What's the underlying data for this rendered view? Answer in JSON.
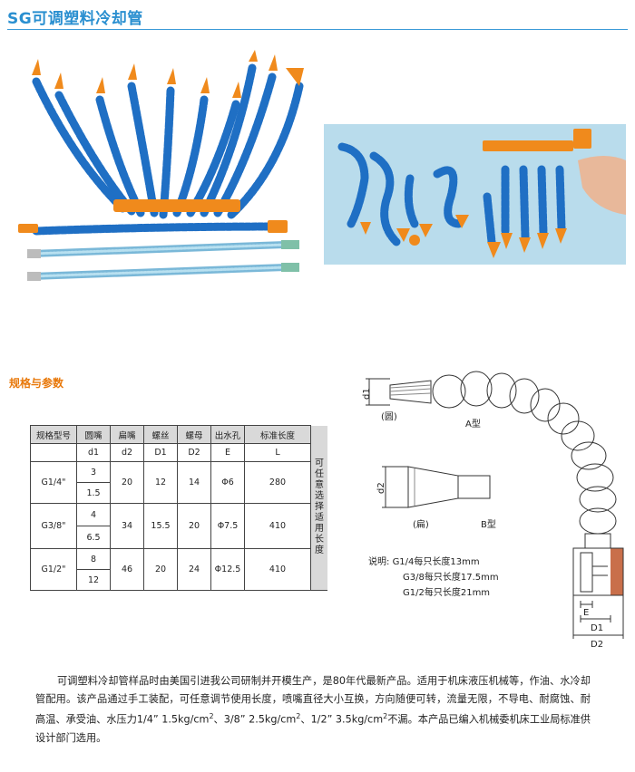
{
  "header": {
    "title": "SG可调塑料冷却管"
  },
  "section": {
    "spec_title": "规格与参数"
  },
  "table": {
    "headers": [
      "规格型号",
      "圆嘴",
      "扁嘴",
      "螺丝",
      "螺母",
      "出水孔",
      "标准长度"
    ],
    "subheaders": [
      "d1",
      "d2",
      "D1",
      "D2",
      "E",
      "L"
    ],
    "side_note": "可任意选择适用长度",
    "groups": [
      {
        "model": "G1/4\"",
        "d1": [
          "3",
          "1.5"
        ],
        "d2": "20",
        "D1": "12",
        "D2": "14",
        "E": "Φ6",
        "L": "280"
      },
      {
        "model": "G3/8\"",
        "d1": [
          "4",
          "6.5"
        ],
        "d2": "34",
        "D1": "15.5",
        "D2": "20",
        "E": "Φ7.5",
        "L": "410"
      },
      {
        "model": "G1/2\"",
        "d1": [
          "8",
          "12"
        ],
        "d2": "46",
        "D1": "20",
        "D2": "24",
        "E": "Φ12.5",
        "L": "410"
      }
    ]
  },
  "diagram": {
    "label_d1": "d1",
    "label_round": "(圆)",
    "label_a": "A型",
    "label_d2": "d2",
    "label_flat": "(扁)",
    "label_b": "B型",
    "label_E": "E",
    "label_D1": "D1",
    "label_D2": "D2"
  },
  "notes": {
    "prefix": "说明:",
    "line1": "G1/4每只长度13mm",
    "line2": "G3/8每只长度17.5mm",
    "line3": "G1/2每只长度21mm"
  },
  "description": {
    "p1": "可调塑料冷却管样品时由美国引进我公司研制并开模生产，是80年代最新产品。适用于机床液压机械等，作油、水冷却管配用。该产品通过手工装配，可任意调节使用长度，喷嘴直径大小互换，方向随便可转，流量无限，不导电、耐腐蚀、耐高温、承受油、水压力1/4” 1.5kg/cm",
    "sup1": "2",
    "p2": "、3/8” 2.5kg/cm",
    "sup2": "2",
    "p3": "、1/2” 3.5kg/cm",
    "sup3": "2",
    "p4": "不漏。本产品已编入机械委机床工业局标准供设计部门选用。"
  },
  "colors": {
    "title_blue": "#2a8fd0",
    "subhead_orange": "#e8780a",
    "hose_blue": "#1f6fc4",
    "nozzle_orange": "#f08a1c"
  }
}
